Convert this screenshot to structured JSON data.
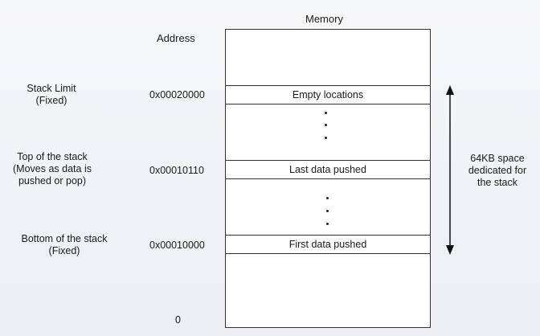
{
  "header": {
    "memory_title": "Memory",
    "address_title": "Address"
  },
  "rows": [
    {
      "label_lines": [
        "Stack Limit",
        "(Fixed)"
      ],
      "address": "0x00020000",
      "cell": "Empty locations"
    },
    {
      "label_lines": [
        "Top of the stack",
        "(Moves as data is",
        "pushed or pop)"
      ],
      "address": "0x00010110",
      "cell": "Last data pushed"
    },
    {
      "label_lines": [
        "Bottom of the stack",
        "(Fixed)"
      ],
      "address": "0x00010000",
      "cell": "First data pushed"
    }
  ],
  "bottom_address": "0",
  "span_note": [
    "64KB space",
    "dedicated for",
    "the stack"
  ]
}
